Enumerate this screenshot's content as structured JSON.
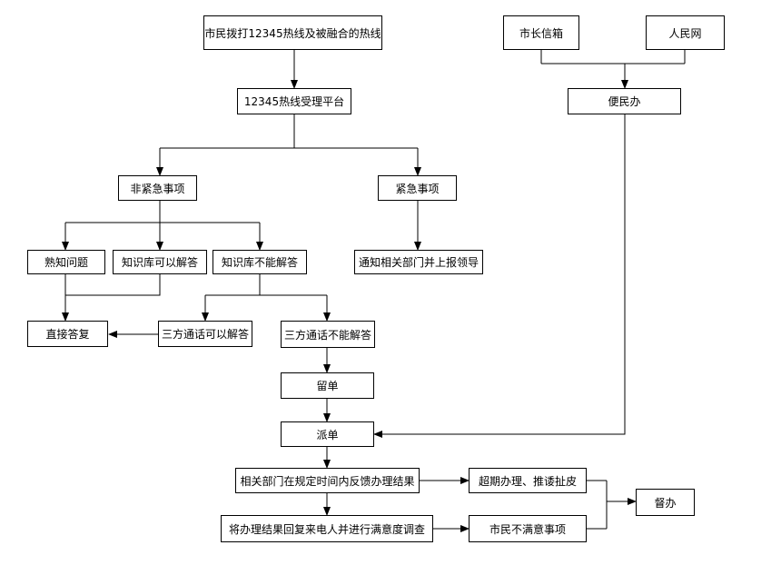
{
  "nodes": {
    "citizen_call": "市民拨打12345热线及被融合的热线",
    "mayor_mailbox": "市长信箱",
    "peoples_net": "人民网",
    "bianmin_office": "便民办",
    "platform": "12345热线受理平台",
    "non_urgent": "非紧急事项",
    "urgent": "紧急事项",
    "familiar_issue": "熟知问题",
    "kb_can_answer": "知识库可以解答",
    "kb_cannot_answer": "知识库不能解答",
    "notify_departments": "通知相关部门并上报领导",
    "direct_reply": "直接答复",
    "three_way_can": "三方通话可以解答",
    "three_way_cannot": "三方通话不能解答",
    "leave_message": "留单",
    "dispatch": "派单",
    "dept_feedback": "相关部门在规定时间内反馈办理结果",
    "overdue": "超期办理、推诿扯皮",
    "supervise": "督办",
    "reply_survey": "将办理结果回复来电人并进行满意度调查",
    "dissatisfied": "市民不满意事项"
  }
}
